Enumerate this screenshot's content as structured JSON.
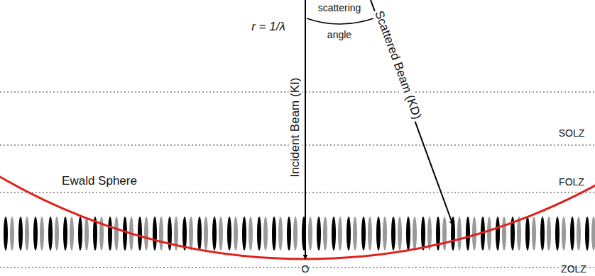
{
  "diagram": {
    "labels": [
      "r = 1/λ",
      "scattering",
      "angle",
      "Incident Beam (KI)",
      "Scattered Beam (KD)",
      "SOLZ",
      "FOLZ",
      "Ewald Sphere",
      "ZOLZ",
      "O"
    ]
  }
}
